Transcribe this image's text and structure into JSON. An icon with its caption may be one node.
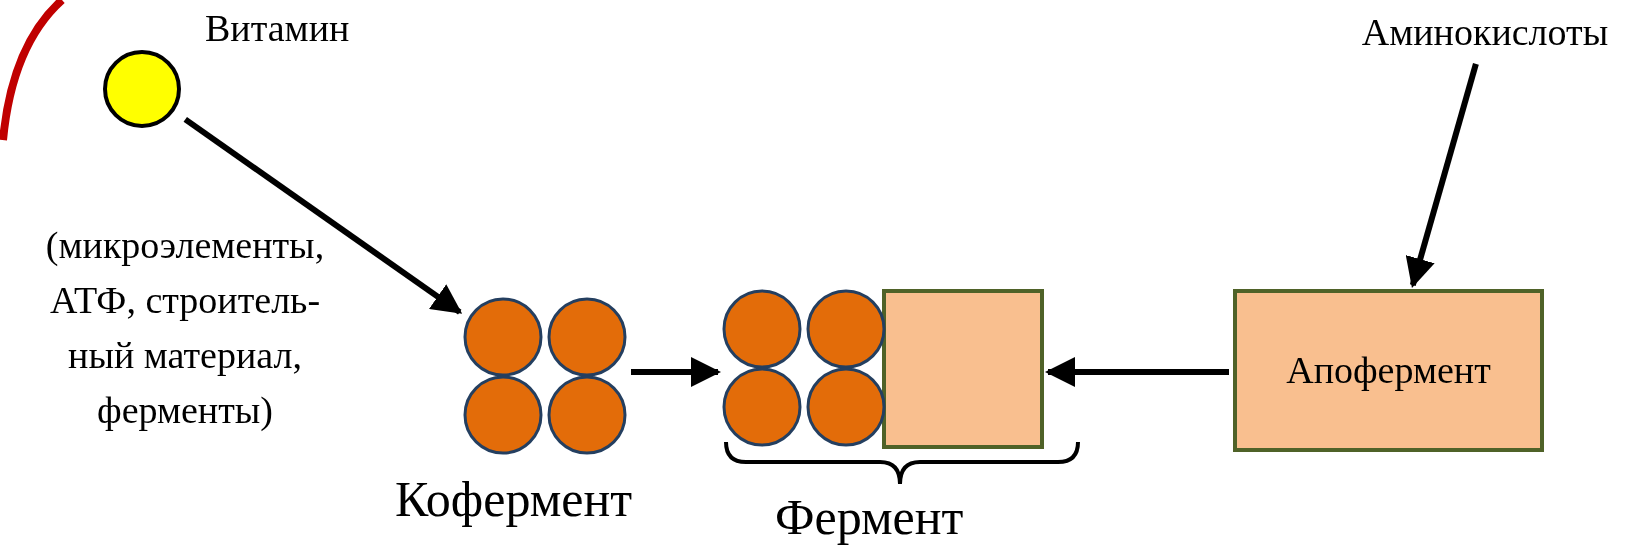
{
  "diagram": {
    "nodes": [
      {
        "text": [],
        "shape": "circle",
        "beside": [
          "Витамин"
        ]
      },
      {
        "text": [],
        "shape": "circle",
        "beside": [
          "Кофермент"
        ]
      },
      {
        "text": [],
        "shape": "box",
        "beside": [
          "Фермент"
        ]
      },
      {
        "text": [
          "Апофермент"
        ]
      },
      {
        "text": [
          "Аминокислоты"
        ]
      }
    ],
    "edges": [
      {
        "from": 0,
        "to": 1,
        "arrow": "to"
      },
      {
        "from": 1,
        "to": 2,
        "arrow": "to"
      },
      {
        "from": 3,
        "to": 2,
        "arrow": "to"
      },
      {
        "from": 4,
        "to": 3,
        "arrow": "to"
      }
    ],
    "labels": [
      "(микроэлементы, АТФ, строитель- ный материал, ферменты)"
    ]
  }
}
